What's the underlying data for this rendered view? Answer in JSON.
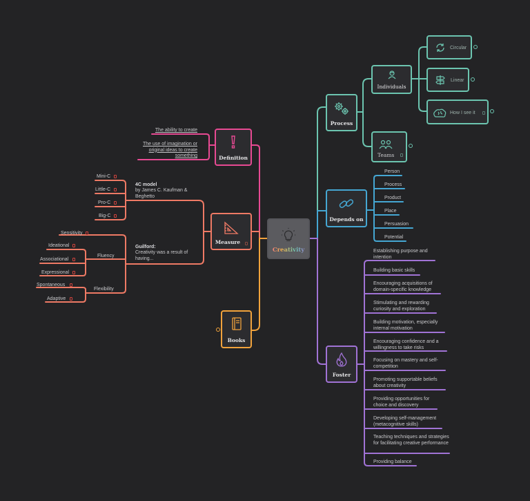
{
  "colors": {
    "background": "#232325",
    "center": "#5b5b5f",
    "definition": "#e84a93",
    "measure": "#ef7a65",
    "books": "#f2a33c",
    "process": "#6cc5b0",
    "depends": "#45a7d3",
    "foster": "#a173d6"
  },
  "center": {
    "label": "Creativity",
    "icon": "lightbulb-icon"
  },
  "definition": {
    "label": "Definition",
    "icon": "exclamation-icon",
    "items": [
      "The ability to create",
      "The use of imagination or original ideas to create something"
    ]
  },
  "measure": {
    "label": "Measure",
    "icon": "ruler-triangle-icon",
    "model": {
      "title": "4C model",
      "subtitle": "by James C. Kaufman & Beghetto",
      "items": [
        "Mini-C",
        "Little-C",
        "Pro-C",
        "Big-C"
      ]
    },
    "guilford": {
      "title": "Guilford:",
      "subtitle": "Creativity was a result of having...",
      "sensitivity": "Sensitivity",
      "fluency": {
        "label": "Fluency",
        "items": [
          "Ideational",
          "Associational",
          "Expressional"
        ]
      },
      "flexibility": {
        "label": "Flexibility",
        "items": [
          "Spontaneous",
          "Adaptive"
        ]
      }
    }
  },
  "books": {
    "label": "Books",
    "icon": "book-icon"
  },
  "process": {
    "label": "Process",
    "icon": "gears-icon",
    "individuals": {
      "label": "Individuals",
      "icon": "person-icon",
      "items": [
        {
          "label": "Circular",
          "icon": "circular-arrows-icon"
        },
        {
          "label": "Linear",
          "icon": "signpost-icon"
        },
        {
          "label": "How I see it",
          "icon": "brain-icon"
        }
      ]
    },
    "teams": {
      "label": "Teams",
      "icon": "team-icon"
    }
  },
  "depends": {
    "label": "Depends on",
    "icon": "chain-link-icon",
    "items": [
      "Person",
      "Process",
      "Product",
      "Place",
      "Persuasion",
      "Potential"
    ]
  },
  "foster": {
    "label": "Foster",
    "icon": "flame-icon",
    "items": [
      "Establishing purpose and intention",
      "Building basic skills",
      "Encouraging acquisitions of domain-specific knowledge",
      "Stimulating and rewarding curiosity and exploration",
      "Building motivation, especially internal motivation",
      "Encouraging confidence and a willingness to take risks",
      "Focusing on mastery and self-competition",
      "Promoting supportable beliefs about creativity",
      "Providing opportunities for choice and discovery",
      "Developing self-management (metacognitive skills)",
      "Teaching techniques and strategies for facilitating creative performance",
      "Providing balance"
    ]
  }
}
